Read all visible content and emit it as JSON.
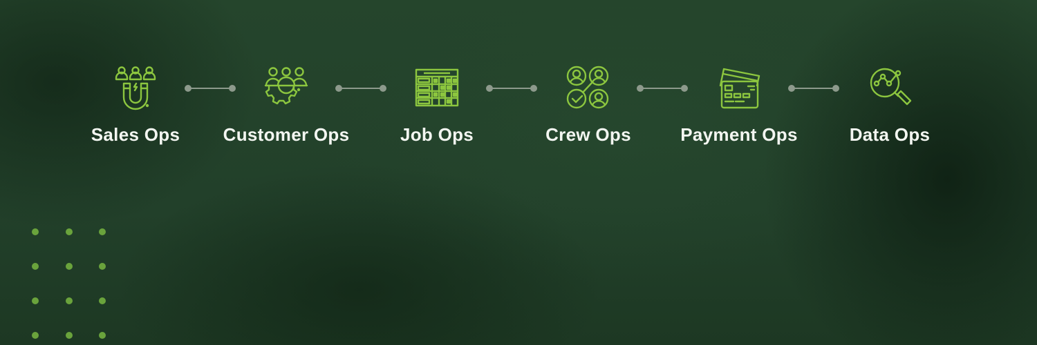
{
  "colors": {
    "background": "#23422a",
    "icon_accent": "#8cc63f",
    "label": "#f3f6f1",
    "connector": "#8d9a8c",
    "dot_accent": "#6aa33c"
  },
  "steps": [
    {
      "label": "Sales Ops",
      "icon": "magnet-people-icon"
    },
    {
      "label": "Customer Ops",
      "icon": "team-gear-icon"
    },
    {
      "label": "Job Ops",
      "icon": "schedule-grid-icon"
    },
    {
      "label": "Crew Ops",
      "icon": "crew-network-icon"
    },
    {
      "label": "Payment Ops",
      "icon": "credit-cards-icon"
    },
    {
      "label": "Data Ops",
      "icon": "analytics-magnifier-icon"
    }
  ]
}
